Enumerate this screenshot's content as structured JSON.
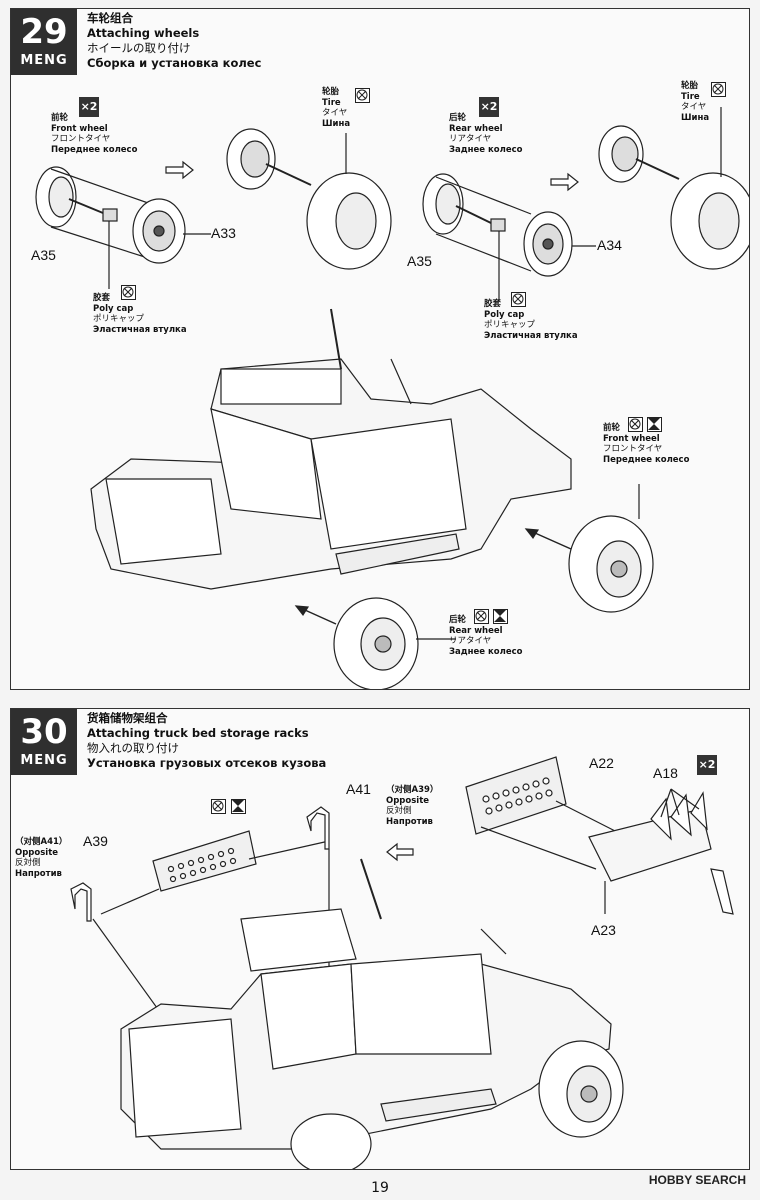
{
  "step29": {
    "number": "29",
    "logo": "MENG",
    "title_zh": "车轮组合",
    "title_en": "Attaching wheels",
    "title_ja": "ホイールの取り付け",
    "title_ru": "Сборка и установка колес",
    "front_wheel": {
      "zh": "前轮",
      "en": "Front wheel",
      "ja": "フロントタイヤ",
      "ru": "Переднее колесо",
      "qty": "×2"
    },
    "rear_wheel": {
      "zh": "后轮",
      "en": "Rear wheel",
      "ja": "リアタイヤ",
      "ru": "Заднее колесо",
      "qty": "×2"
    },
    "tire_left": {
      "zh": "轮胎",
      "en": "Tire",
      "ja": "タイヤ",
      "ru": "Шина"
    },
    "tire_right": {
      "zh": "轮胎",
      "en": "Tire",
      "ja": "タイヤ",
      "ru": "Шина"
    },
    "polycap_left": {
      "zh": "胶套",
      "en": "Poly cap",
      "ja": "ポリキャップ",
      "ru": "Эластичная втулка"
    },
    "polycap_right": {
      "zh": "胶套",
      "en": "Poly cap",
      "ja": "ポリキャップ",
      "ru": "Эластичная втулка"
    },
    "parts": {
      "a35_left": "A35",
      "a33": "A33",
      "a35_right": "A35",
      "a34": "A34"
    },
    "front_wheel_callout": {
      "zh": "前轮",
      "en": "Front wheel",
      "ja": "フロントタイヤ",
      "ru": "Переднее колесо"
    },
    "rear_wheel_callout": {
      "zh": "后轮",
      "en": "Rear wheel",
      "ja": "リアタイヤ",
      "ru": "Заднее колесо"
    }
  },
  "step30": {
    "number": "30",
    "logo": "MENG",
    "title_zh": "货箱储物架组合",
    "title_en": "Attaching truck bed storage racks",
    "title_ja": "物入れの取り付け",
    "title_ru": "Установка  грузовых отсеков кузова",
    "parts": {
      "a41": "A41",
      "a39": "A39",
      "a22": "A22",
      "a18": "A18",
      "a23": "A23"
    },
    "qty": "×2",
    "opposite_a39": {
      "zh": "（对侧A39）",
      "en": "Opposite",
      "ja": "反対側",
      "ru": "Напротив"
    },
    "opposite_a41": {
      "zh": "（对侧A41）",
      "en": "Opposite",
      "ja": "反対側",
      "ru": "Напротив"
    }
  },
  "page_number": "19",
  "watermark": "HOBBY SEARCH",
  "icons": [
    "paint-icon",
    "decal-icon",
    "arrow-icon"
  ]
}
